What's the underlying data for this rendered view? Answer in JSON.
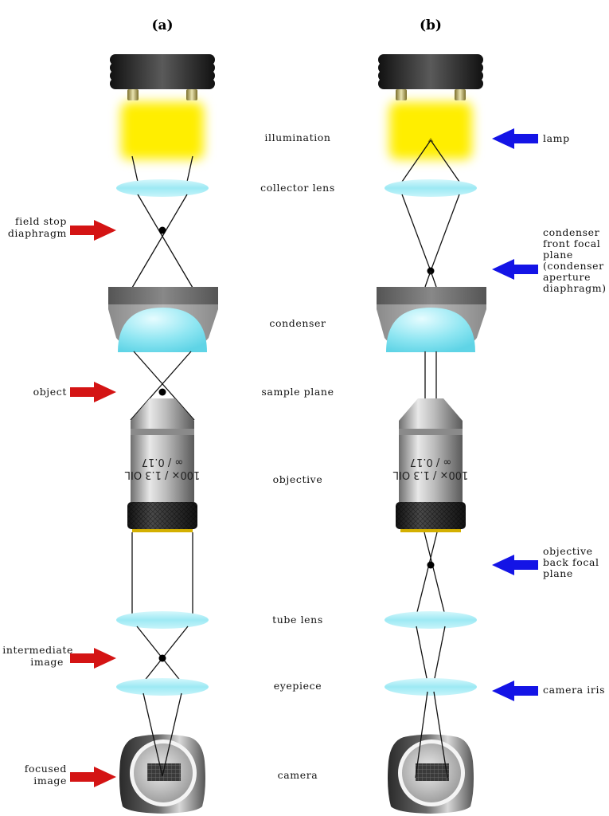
{
  "titles": {
    "a": "(a)",
    "b": "(b)"
  },
  "center_labels": {
    "illumination": "illumination",
    "collector_lens": "collector lens",
    "condenser": "condenser",
    "sample_plane": "sample plane",
    "objective": "objective",
    "tube_lens": "tube lens",
    "eyepiece": "eyepiece",
    "camera": "camera"
  },
  "left_labels": {
    "field_stop": [
      "field stop",
      "diaphragm"
    ],
    "object": [
      "object"
    ],
    "intermediate_image": [
      "intermediate",
      "image"
    ],
    "focused_image": [
      "focused",
      "image"
    ]
  },
  "right_labels": {
    "lamp": [
      "lamp"
    ],
    "condenser_front_focal_plane": [
      "condenser",
      "front focal",
      "plane",
      "(condenser",
      "aperture",
      "diaphragm)"
    ],
    "objective_back_focal_plane": [
      "objective",
      "back focal",
      "plane"
    ],
    "camera_iris": [
      "camera iris"
    ]
  },
  "objective_text": {
    "line1": "100× / 1.3 OIL",
    "line2": "∞ / 0.17"
  },
  "colors": {
    "left_arrow": "#d41414",
    "right_arrow": "#1414e6",
    "lamp_glow": "#ffee00",
    "lens": "#a8eef7"
  }
}
